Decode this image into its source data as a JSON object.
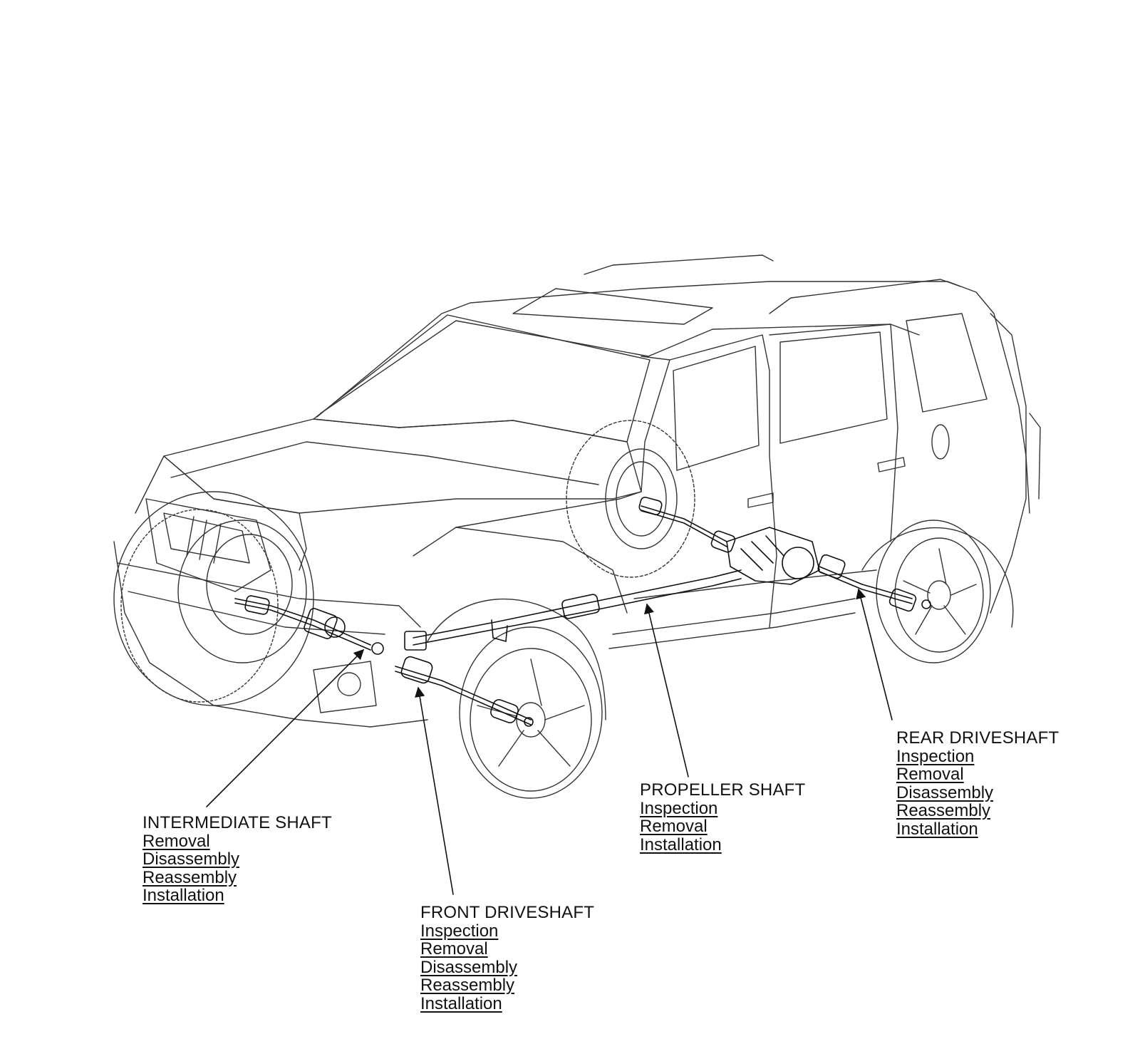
{
  "colors": {
    "line": "#222222",
    "background": "#ffffff"
  },
  "callouts": {
    "intermediate": {
      "title": "INTERMEDIATE SHAFT",
      "links": [
        "Removal",
        "Disassembly",
        "Reassembly",
        "Installation"
      ]
    },
    "front": {
      "title": "FRONT DRIVESHAFT",
      "links": [
        "Inspection",
        "Removal",
        "Disassembly",
        "Reassembly",
        "Installation"
      ]
    },
    "propeller": {
      "title": "PROPELLER SHAFT",
      "links": [
        "Inspection",
        "Removal",
        "Installation"
      ]
    },
    "rear": {
      "title": "REAR DRIVESHAFT",
      "links": [
        "Inspection",
        "Removal",
        "Disassembly",
        "Reassembly",
        "Installation"
      ]
    }
  }
}
